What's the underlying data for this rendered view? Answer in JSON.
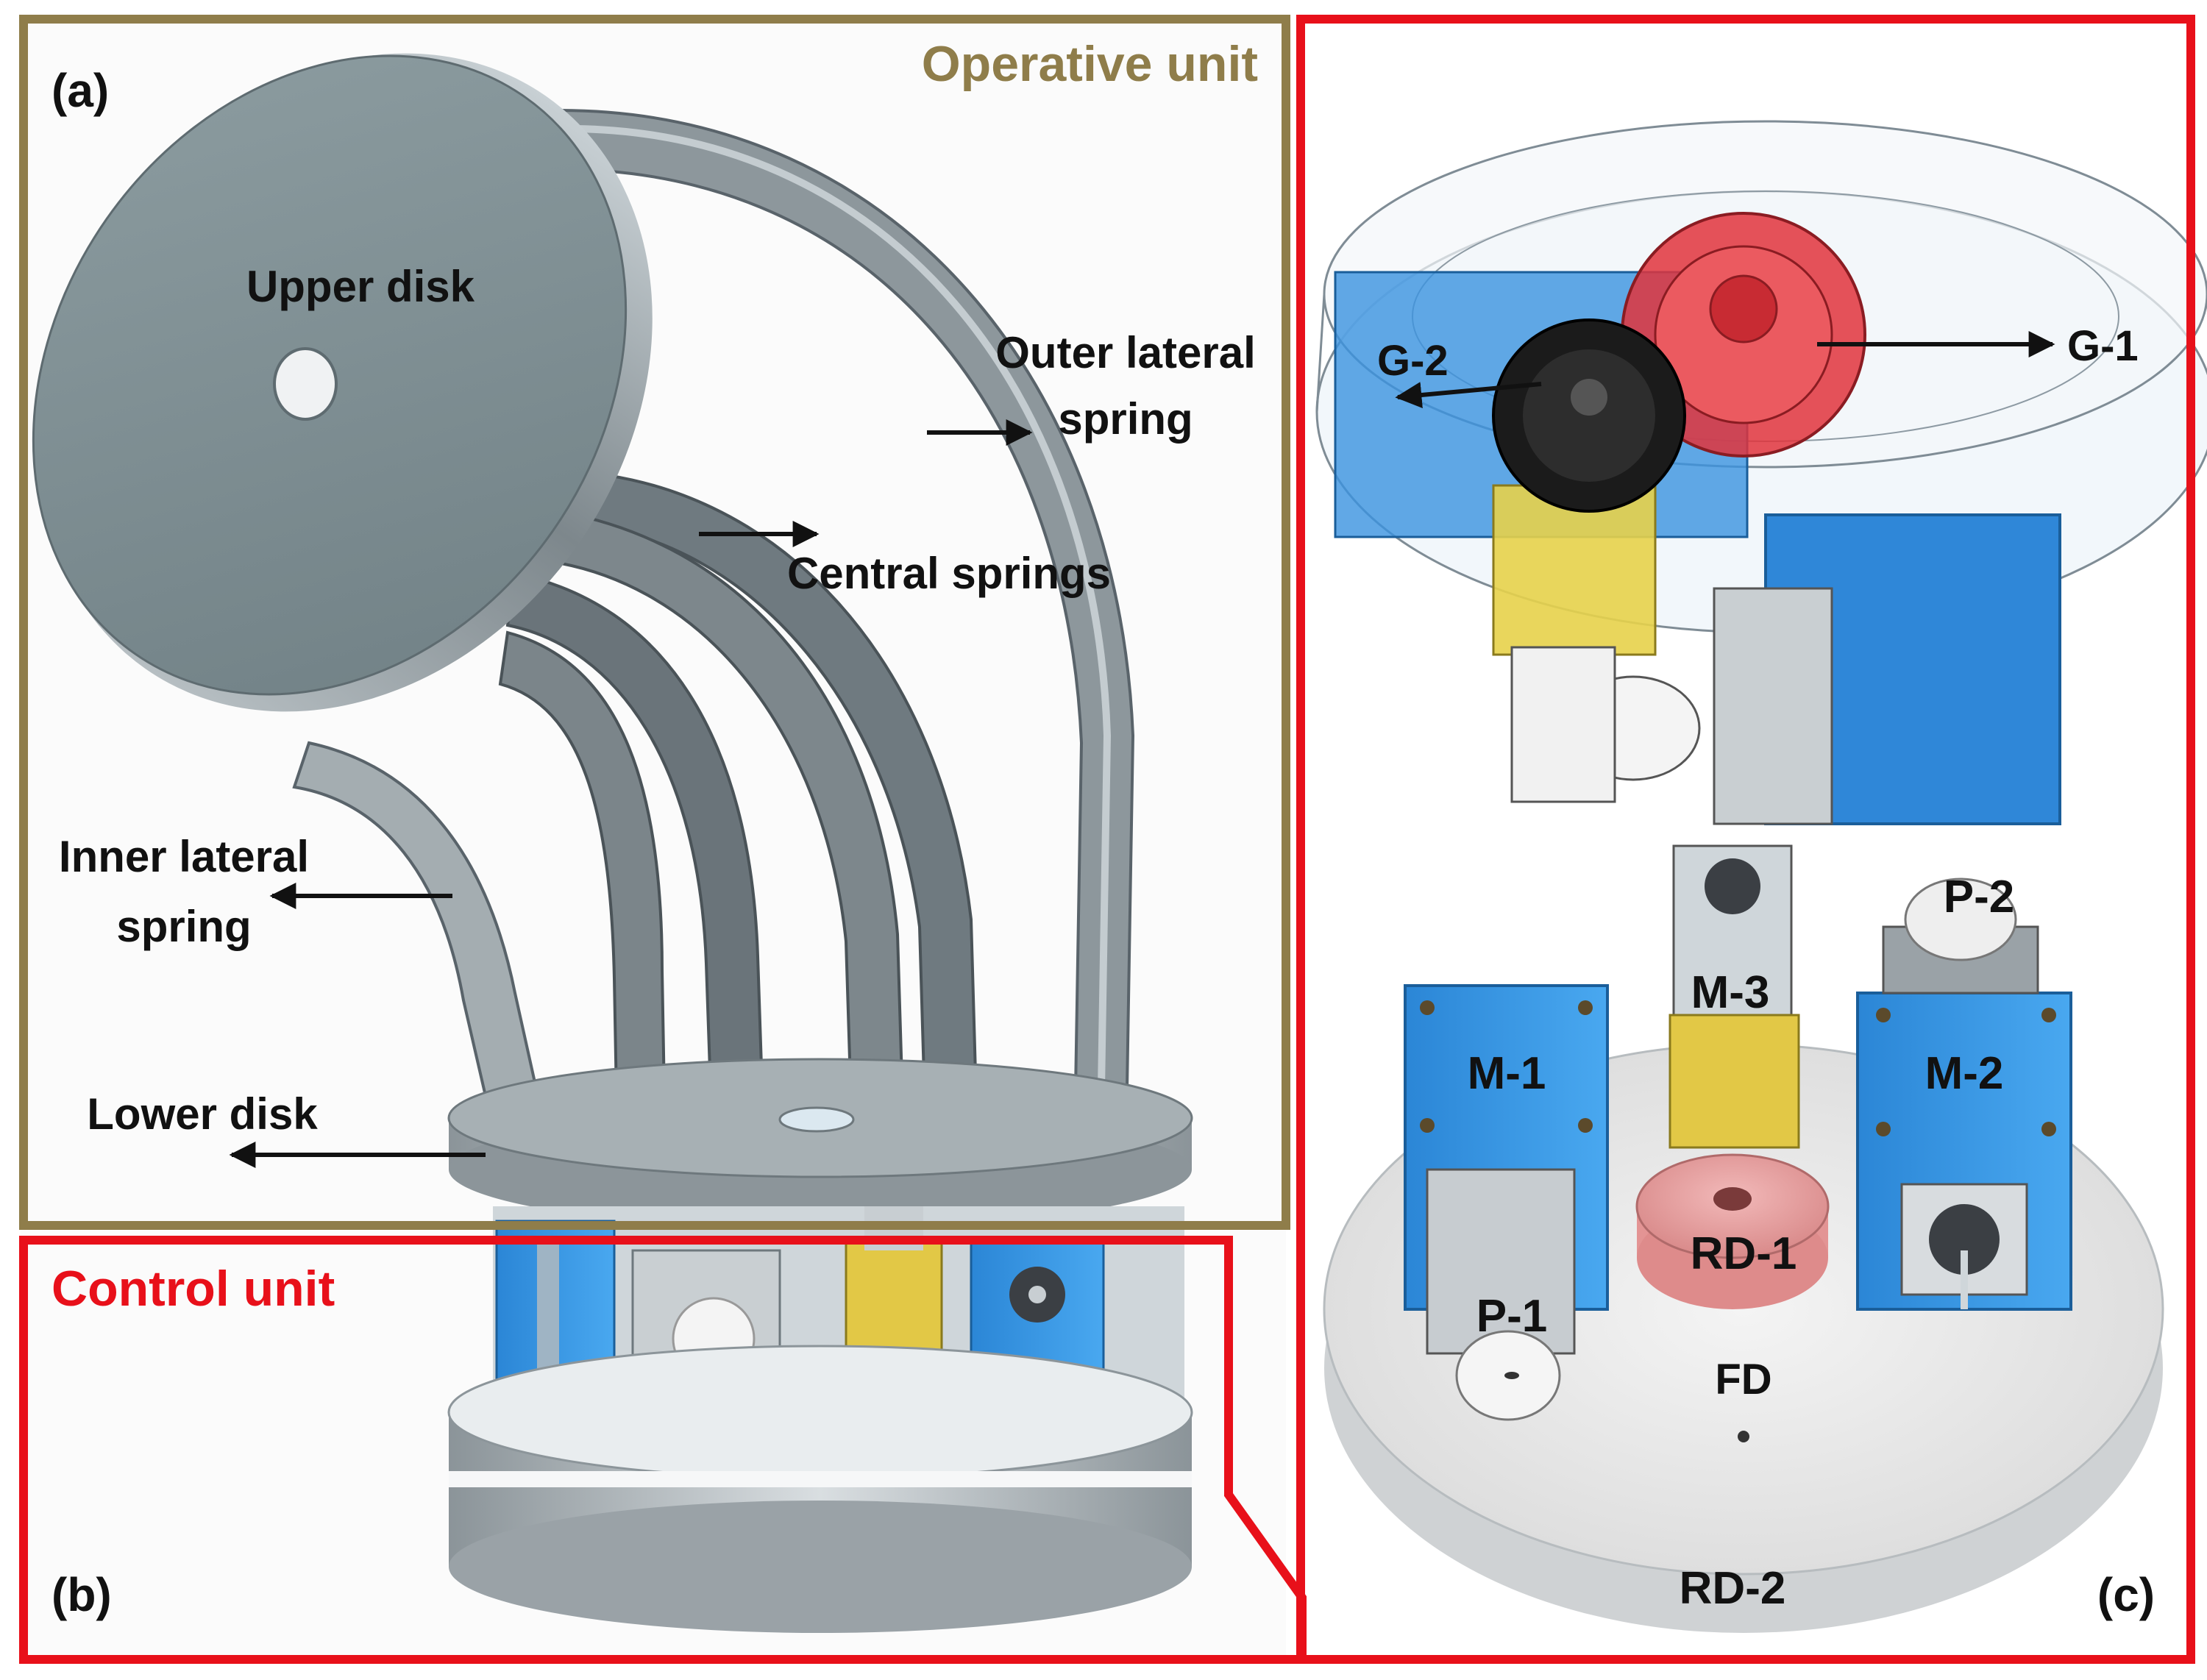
{
  "colors": {
    "operative_frame": "#8f7d4a",
    "control_frame": "#e8101a",
    "metal": "#9aa3a8",
    "motor_blue": "#2e8fe0",
    "gear_red": "#e0343c",
    "gear_black": "#1b1b1b",
    "gearbox_yellow": "#e6cf46",
    "pink_disk": "#e7a3a3"
  },
  "panels": {
    "a": {
      "tag": "(a)",
      "title": "Operative unit"
    },
    "b": {
      "tag": "(b)",
      "title": "Control unit"
    },
    "c": {
      "tag": "(c)"
    }
  },
  "labels": {
    "upper_disk": "Upper disk",
    "outer_lateral_spring": [
      "Outer lateral",
      "spring"
    ],
    "central_springs": "Central springs",
    "inner_lateral_spring": [
      "Inner lateral",
      "spring"
    ],
    "lower_disk": "Lower disk",
    "g1": "G-1",
    "g2": "G-2",
    "m1": "M-1",
    "m2": "M-2",
    "m3": "M-3",
    "p1": "P-1",
    "p2": "P-2",
    "rd1": "RD-1",
    "rd2": "RD-2",
    "fd": "FD"
  }
}
